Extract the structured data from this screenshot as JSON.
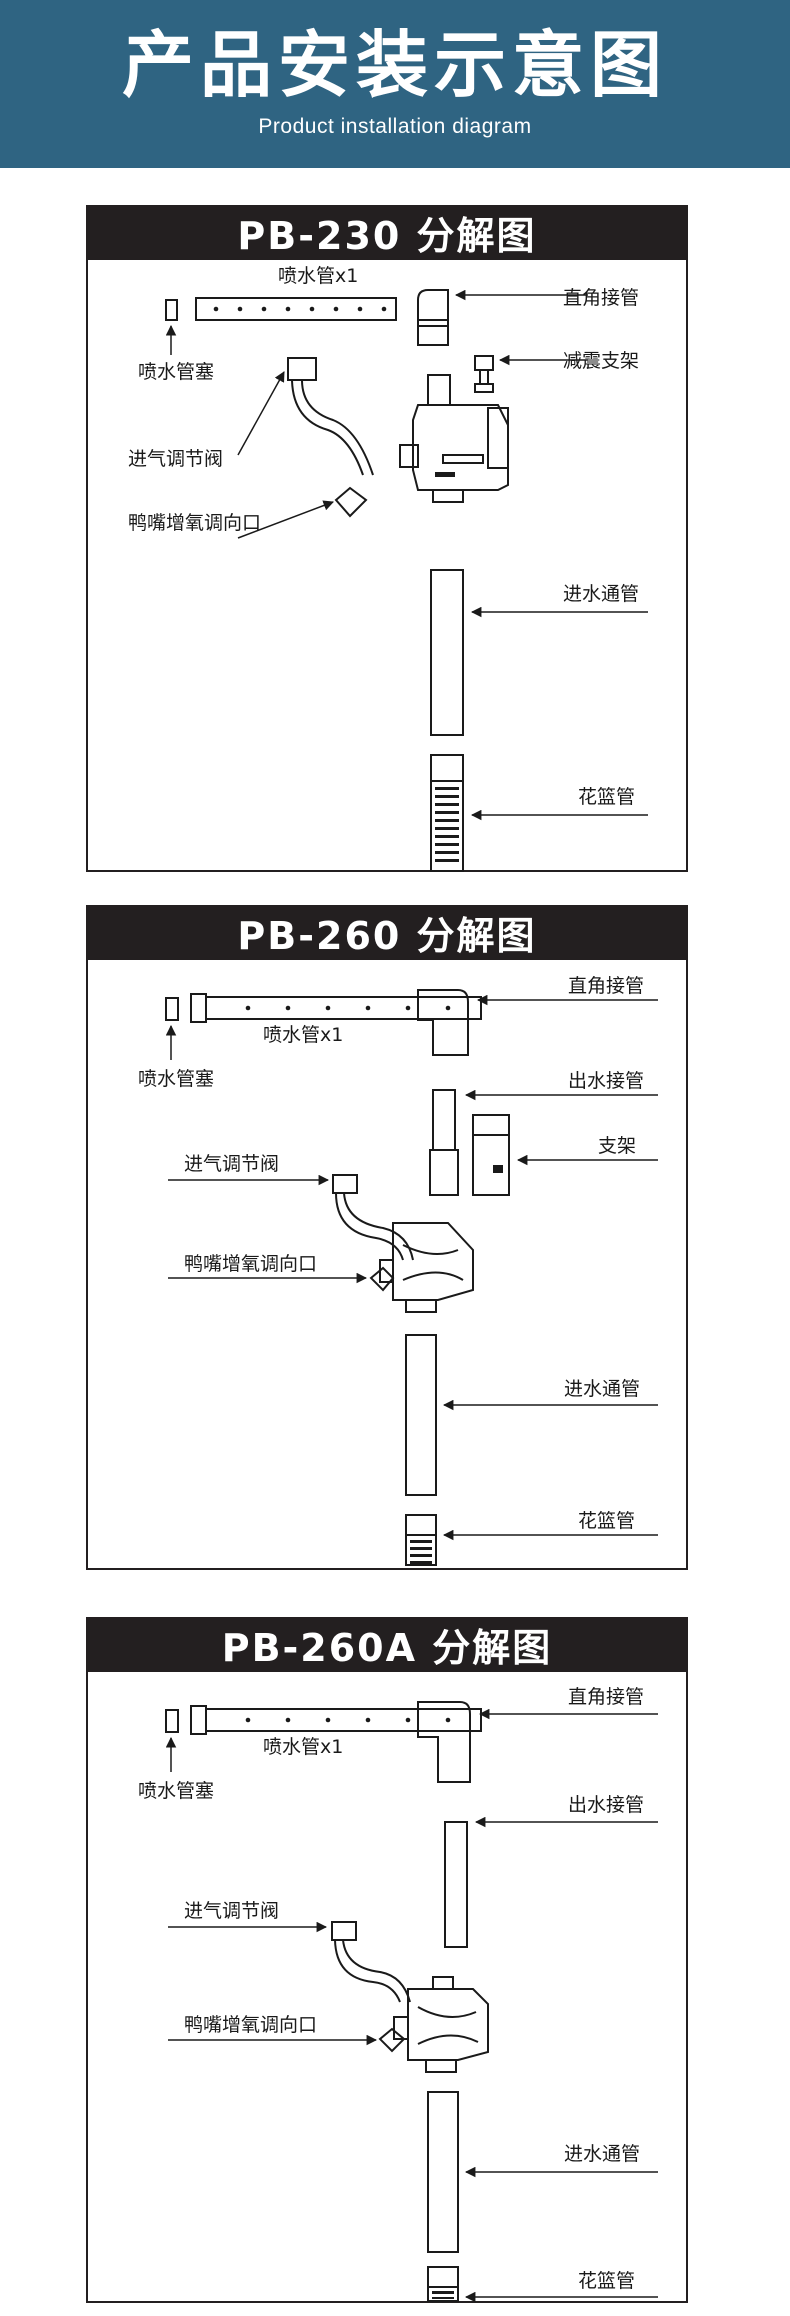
{
  "header": {
    "title": "产品安装示意图",
    "subtitle": "Product installation diagram",
    "background_color": "#2f6482"
  },
  "sections": [
    {
      "title": "PB-230 分解图",
      "labels": {
        "spray_tube": "喷水管x1",
        "right_angle_pipe": "直角接管",
        "spray_plug": "喷水管塞",
        "shock_bracket": "减震支架",
        "air_valve": "进气调节阀",
        "duck_nozzle": "鸭嘴增氧调向口",
        "inlet_pipe": "进水通管",
        "basket_pipe": "花篮管"
      }
    },
    {
      "title": "PB-260 分解图",
      "labels": {
        "right_angle_pipe": "直角接管",
        "spray_tube": "喷水管x1",
        "spray_plug": "喷水管塞",
        "outlet_pipe": "出水接管",
        "air_valve": "进气调节阀",
        "bracket": "支架",
        "duck_nozzle": "鸭嘴增氧调向口",
        "inlet_pipe": "进水通管",
        "basket_pipe": "花篮管"
      }
    },
    {
      "title": "PB-260A 分解图",
      "labels": {
        "right_angle_pipe": "直角接管",
        "spray_tube": "喷水管x1",
        "spray_plug": "喷水管塞",
        "outlet_pipe": "出水接管",
        "air_valve": "进气调节阀",
        "duck_nozzle": "鸭嘴增氧调向口",
        "inlet_pipe": "进水通管",
        "basket_pipe": "花篮管"
      }
    }
  ]
}
